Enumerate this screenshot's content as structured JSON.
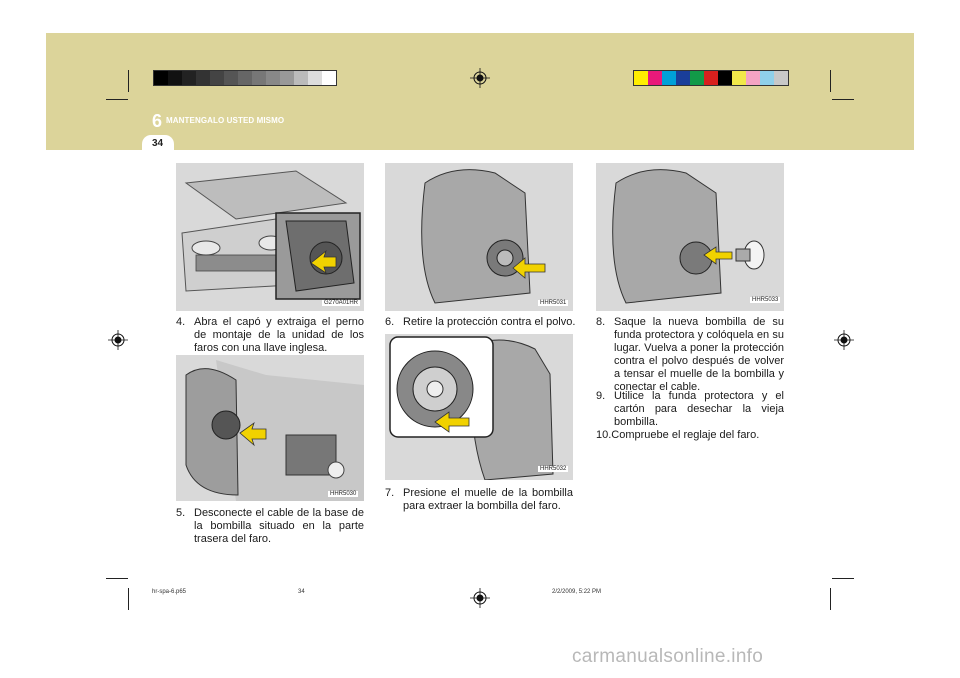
{
  "header": {
    "chapter_number": "6",
    "chapter_title": "MANTENGALO USTED MISMO",
    "page_number": "34",
    "band_color": "#dcd49a"
  },
  "figures": [
    {
      "code": "G270A01HR",
      "icon": "vehicle-open-hood-illustration"
    },
    {
      "code": "HHR5030",
      "icon": "headlamp-connector-illustration"
    },
    {
      "code": "HHR5031",
      "icon": "headlamp-dust-cover-illustration"
    },
    {
      "code": "HHR5032",
      "icon": "headlamp-bulb-spring-illustration"
    },
    {
      "code": "HHR5033",
      "icon": "headlamp-new-bulb-illustration"
    }
  ],
  "steps": [
    {
      "num": "4.",
      "text": "Abra el capó y extraiga el perno de montaje de la unidad de los faros con una llave inglesa."
    },
    {
      "num": "5.",
      "text": "Desconecte el cable de la base de la bombilla situado en la parte trasera del faro."
    },
    {
      "num": "6.",
      "text": "Retire la protección contra el polvo."
    },
    {
      "num": "7.",
      "text": "Presione el muelle de la bombilla para extraer la bombilla del faro."
    },
    {
      "num": "8.",
      "text": "Saque la nueva bombilla de su funda protectora y colóquela en su lugar. Vuelva a poner la protección contra el polvo después de volver a tensar el muelle de la bombilla y conectar el cable."
    },
    {
      "num": "9.",
      "text": "Utilice la funda protectora y el cartón para desechar la vieja bombilla."
    },
    {
      "num": "10.",
      "text": "Compruebe el reglaje del faro."
    }
  ],
  "footer": {
    "file": "hr-spa-6.p65",
    "page": "34",
    "timestamp": "2/2/2009, 5:22 PM"
  },
  "watermark": "carmanualsonline.info",
  "print_marks": {
    "gray_bars": [
      "#000000",
      "#111111",
      "#222222",
      "#333333",
      "#444444",
      "#555555",
      "#666666",
      "#777777",
      "#888888",
      "#999999",
      "#bbbbbb",
      "#dddddd",
      "#ffffff"
    ],
    "color_bars": [
      "#ffee00",
      "#e8197a",
      "#00a0d8",
      "#1a3e9a",
      "#129a48",
      "#d8201e",
      "#000000",
      "#f1e84a",
      "#f4a3c4",
      "#8fd0ea",
      "#c8c8c8"
    ]
  }
}
